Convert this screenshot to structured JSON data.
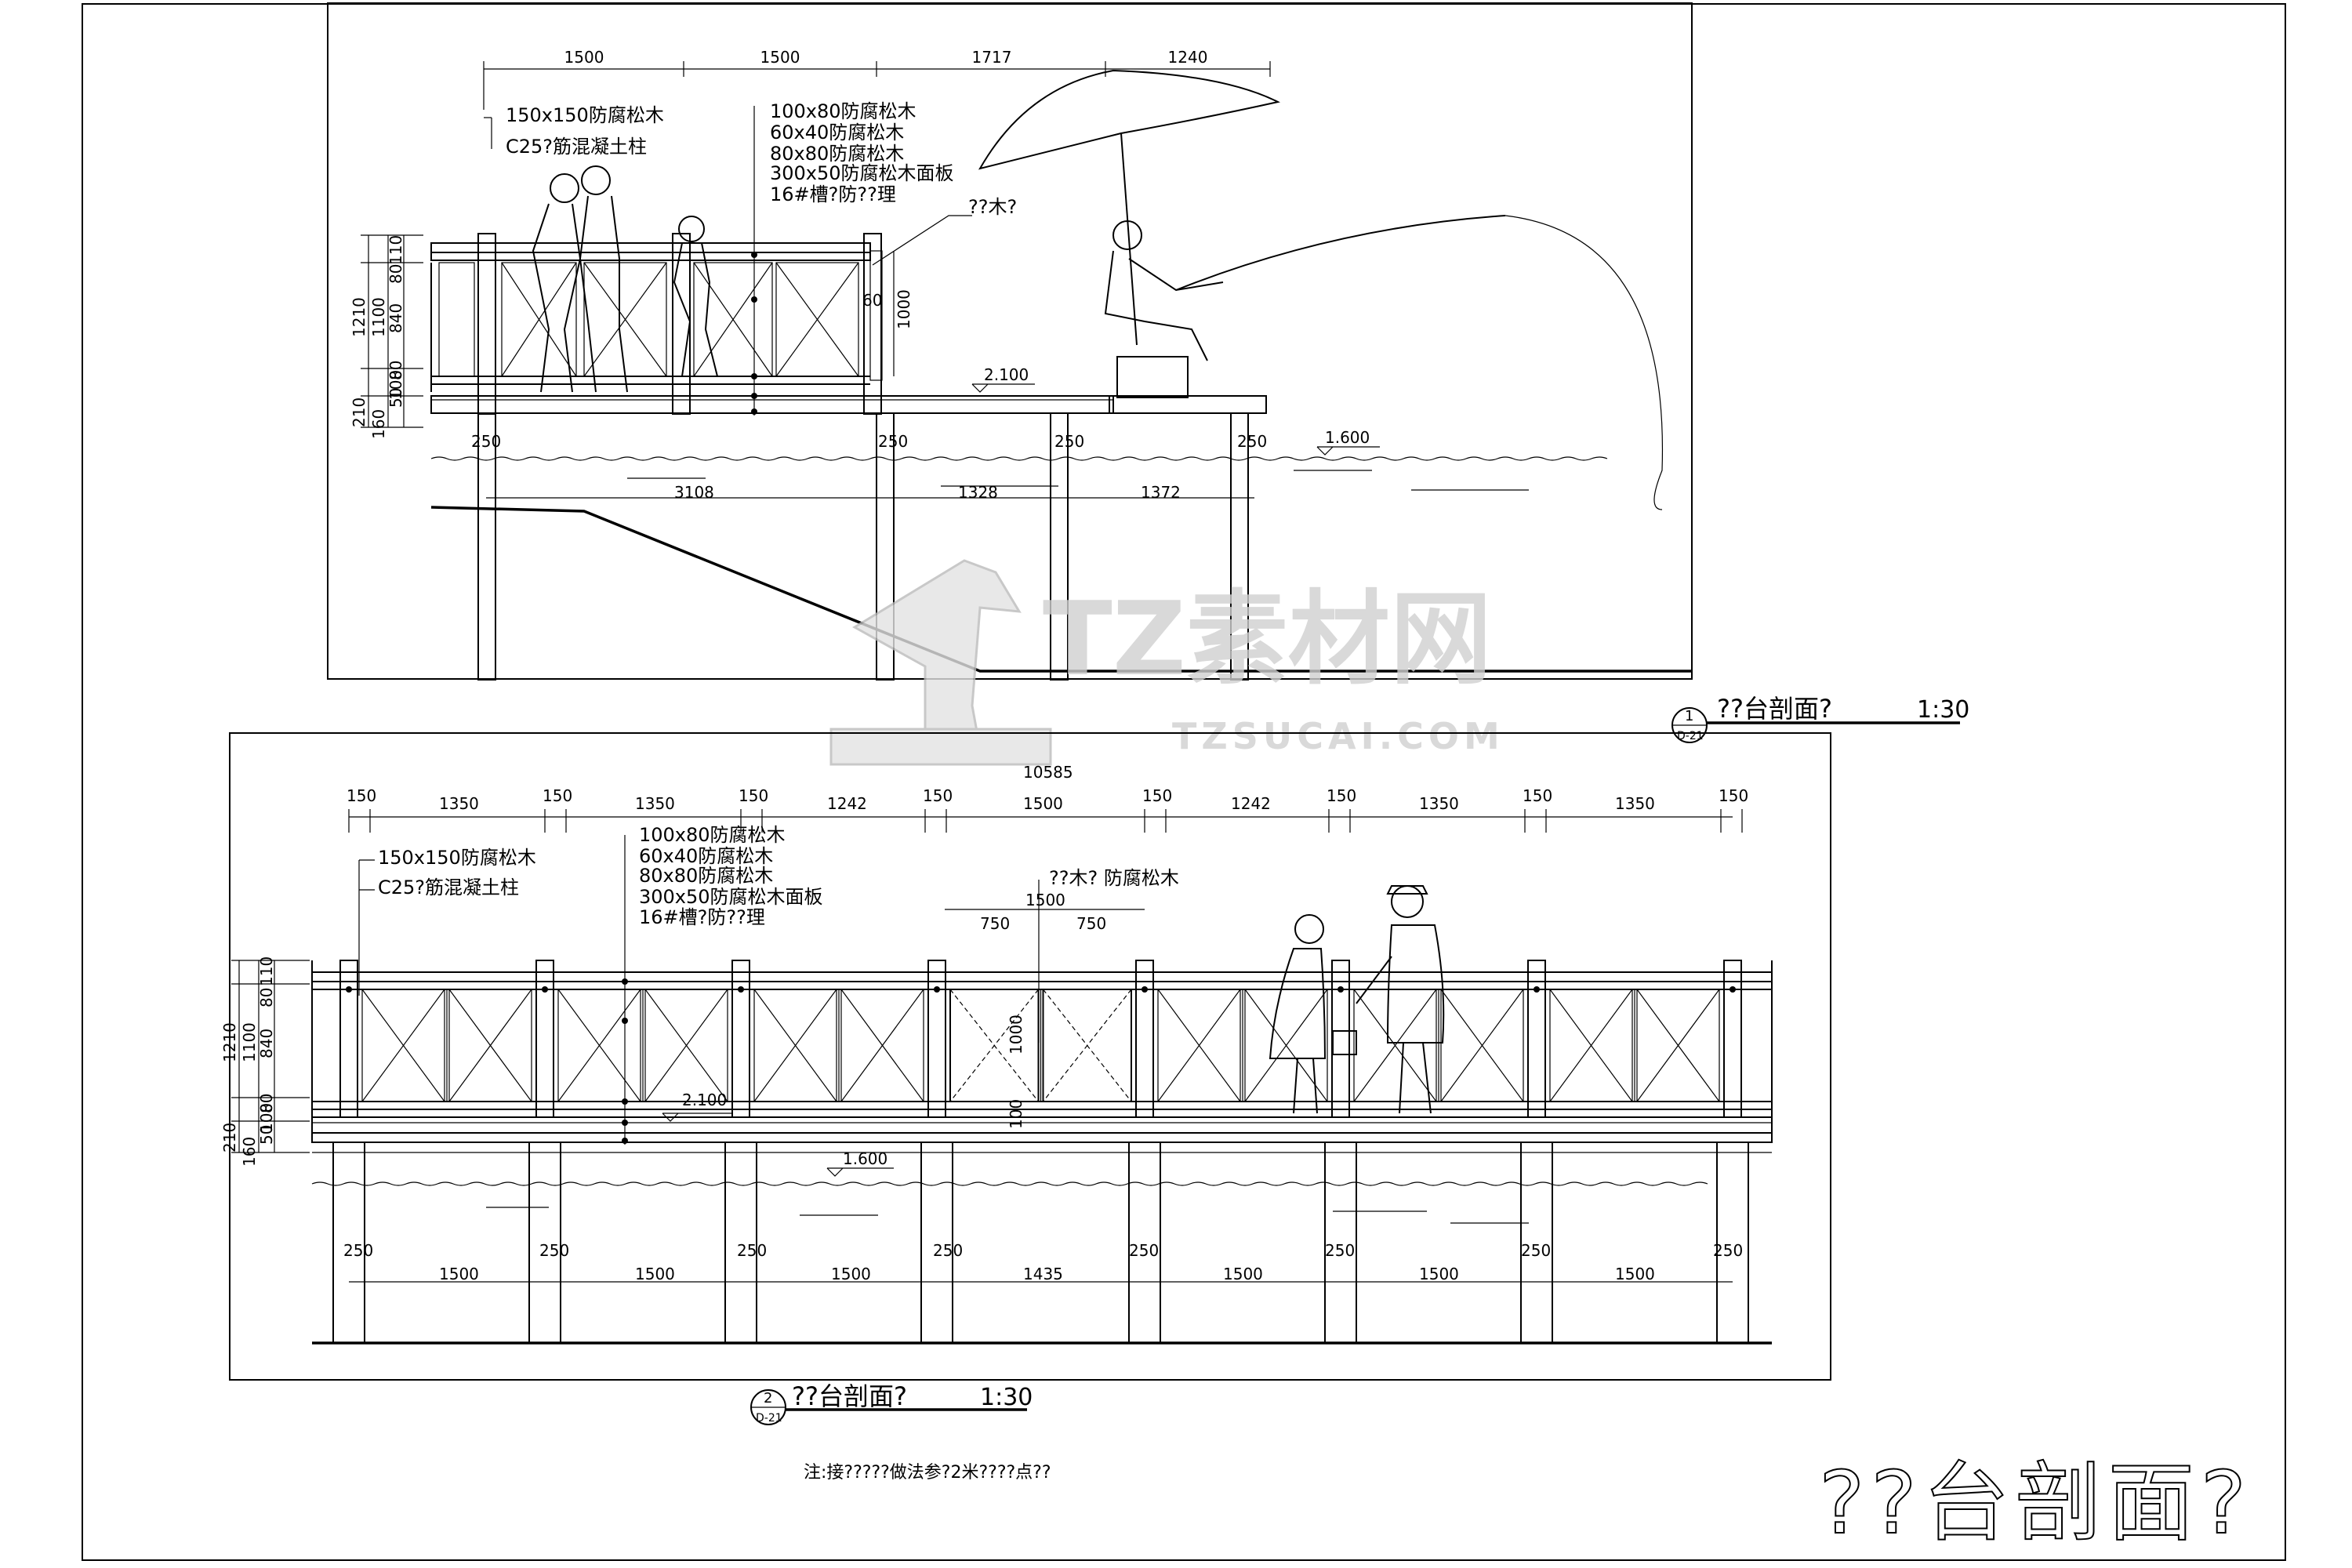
{
  "watermark": {
    "brand": "TZ素材网",
    "url": "TZSUCAI.COM"
  },
  "section1": {
    "title": "??台剖面?",
    "scale": "1:30",
    "ref_num": "1",
    "ref_sheet": "D-21",
    "top_dims": [
      "1500",
      "1500",
      "1717",
      "1240"
    ],
    "notes_left": [
      "150x150防腐松木",
      "C25?筋混凝土柱"
    ],
    "notes_mid": [
      "100x80防腐松木",
      "60x40防腐松木",
      "80x80防腐松木",
      "300x50防腐松木面板",
      "16#槽?防??理"
    ],
    "note_gate": "??木?",
    "left_dims": [
      "110",
      "80",
      "1210",
      "1100",
      "840",
      "80",
      "100",
      "210",
      "160",
      "50"
    ],
    "post_dims": [
      "250",
      "250",
      "250",
      "250"
    ],
    "span_dims": [
      "3108",
      "1328",
      "1372"
    ],
    "gate_dims": [
      "60",
      "1000"
    ],
    "level_deck": "2.100",
    "level_water": "1.600"
  },
  "section2": {
    "title": "??台剖面?",
    "scale": "1:30",
    "ref_num": "2",
    "ref_sheet": "D-21",
    "total_dim": "10585",
    "top_dims": [
      "150",
      "1350",
      "150",
      "1350",
      "150",
      "1242",
      "150",
      "1500",
      "150",
      "1242",
      "150",
      "1350",
      "150",
      "1350",
      "150"
    ],
    "notes_left": [
      "150x150防腐松木",
      "C25?筋混凝土柱"
    ],
    "notes_mid": [
      "100x80防腐松木",
      "60x40防腐松木",
      "80x80防腐松木",
      "300x50防腐松木面板",
      "16#槽?防??理"
    ],
    "note_gate": "??木? 防腐松木",
    "gate_dims": [
      "1500",
      "750",
      "750",
      "1000",
      "100"
    ],
    "left_dims": [
      "110",
      "80",
      "1210",
      "1100",
      "840",
      "80",
      "100",
      "210",
      "160",
      "50"
    ],
    "post_dims": [
      "250",
      "250",
      "250",
      "250",
      "250",
      "250",
      "250",
      "250"
    ],
    "span_dims": [
      "1500",
      "1500",
      "1500",
      "1435",
      "1500",
      "1500",
      "1500"
    ],
    "level_deck": "2.100",
    "level_water": "1.600"
  },
  "footnote": "注:接?????做法参?2米????点??",
  "sheet_title": "??台剖面?"
}
